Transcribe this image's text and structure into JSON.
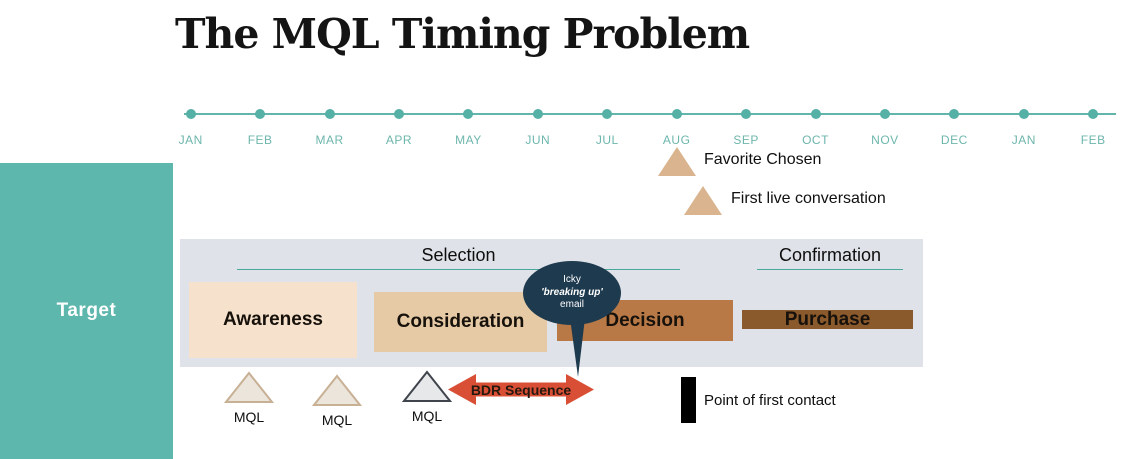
{
  "title": "The MQL Timing Problem",
  "colors": {
    "sidebar_teal": "#5eb7ad",
    "timeline_teal": "#63b5ab",
    "band_gray": "#dfe2e8",
    "awareness_peach": "#f6e2cc",
    "consideration_tan": "#e5caa5",
    "decision_brown": "#b87947",
    "purchase_brown": "#8a592c",
    "event_triangle_tan": "#d9b48f",
    "bdr_red": "#d94f35",
    "bubble_navy": "#1e3a4e"
  },
  "timeline": {
    "months": [
      "JAN",
      "FEB",
      "MAR",
      "APR",
      "MAY",
      "JUN",
      "JUL",
      "AUG",
      "SEP",
      "OCT",
      "NOV",
      "DEC",
      "JAN",
      "FEB"
    ]
  },
  "events": [
    {
      "label": "Favorite Chosen"
    },
    {
      "label": "First live conversation"
    }
  ],
  "sidebar": {
    "label": "Target"
  },
  "phases": [
    {
      "label": "Selection"
    },
    {
      "label": "Confirmation"
    }
  ],
  "stages": [
    {
      "label": "Awareness"
    },
    {
      "label": "Consideration"
    },
    {
      "label": "Decision"
    },
    {
      "label": "Purchase"
    }
  ],
  "bubble": {
    "line1": "Icky",
    "line2": "'breaking up'",
    "line3": "email"
  },
  "mql_markers": [
    {
      "label": "MQL"
    },
    {
      "label": "MQL"
    },
    {
      "label": "MQL"
    }
  ],
  "bdr_sequence": {
    "label": "BDR Sequence"
  },
  "first_contact": {
    "label": "Point of first contact"
  }
}
